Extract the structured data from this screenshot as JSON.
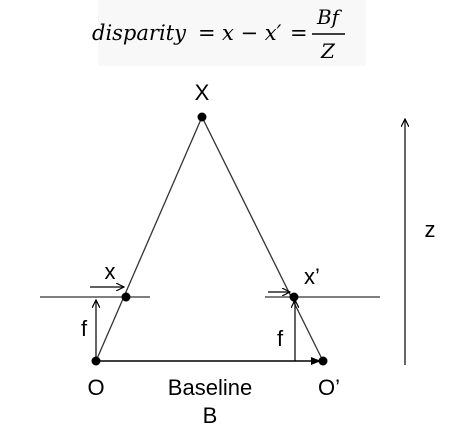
{
  "formula": {
    "lhs": "disparity",
    "eq1": "=",
    "diff": "x − x′",
    "eq2": "=",
    "numerator": "Bf",
    "denominator": "Z"
  },
  "labels": {
    "scene_point": "X",
    "left_image_point": "x",
    "right_image_point": "x’",
    "left_focal": "f",
    "right_focal": "f",
    "left_camera": "O",
    "right_camera": "O’",
    "baseline_word": "Baseline",
    "baseline_symbol": "B",
    "depth": "z"
  },
  "colors": {
    "ink": "#000000",
    "line": "#333333",
    "formula_band": "#f8f8f8"
  }
}
